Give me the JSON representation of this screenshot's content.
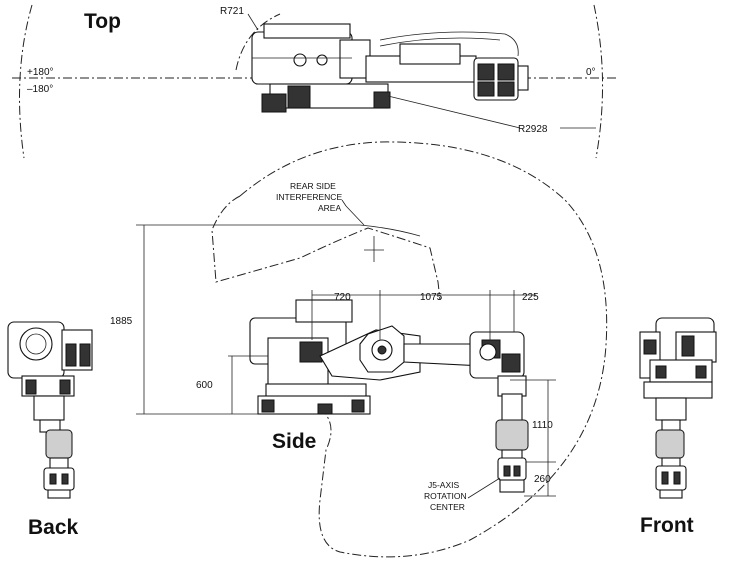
{
  "views": {
    "top": "Top",
    "side": "Side",
    "back": "Back",
    "front": "Front"
  },
  "top_view": {
    "angle_positive": "+180°",
    "angle_negative": "–180°",
    "angle_zero": "0°",
    "radius_inner": "R721",
    "radius_outer": "R2928"
  },
  "side_view": {
    "rear_interference_line1": "REAR SIDE",
    "rear_interference_line2": "INTERFERENCE",
    "rear_interference_line3": "AREA",
    "dim_total_height": "1885",
    "dim_base_height": "600",
    "dim_arm1": "720",
    "dim_arm2": "1075",
    "dim_offset": "225",
    "dim_wrist_drop": "1110",
    "dim_flange": "260",
    "j5_line1": "J5-AXIS",
    "j5_line2": "ROTATION",
    "j5_line3": "CENTER"
  }
}
